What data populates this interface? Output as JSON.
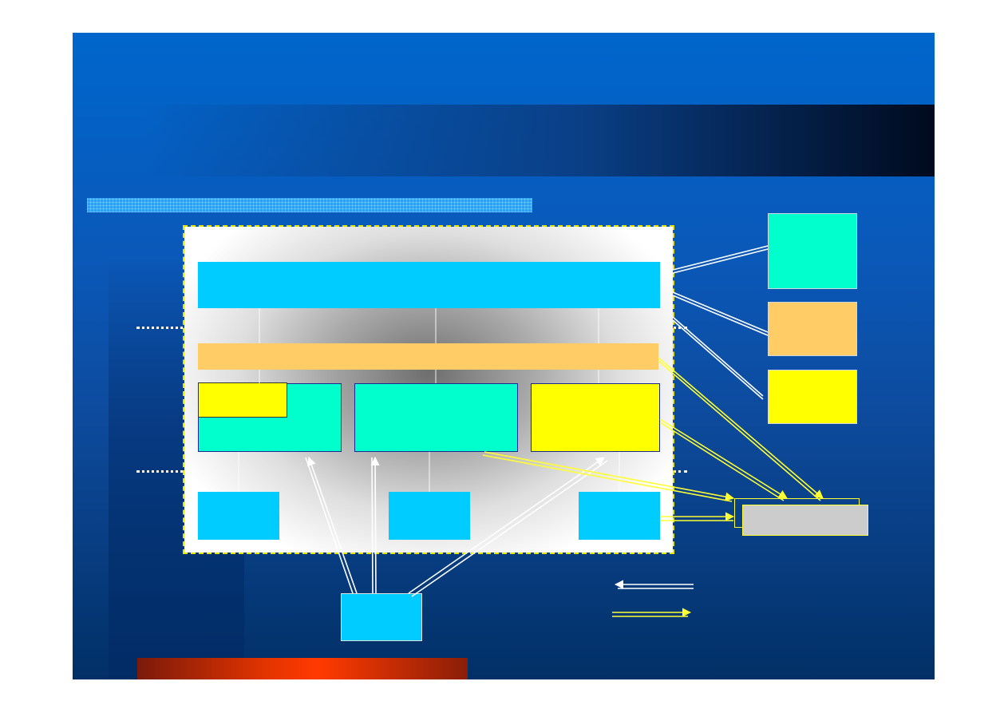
{
  "colors": {
    "bg_top": "#0066cc",
    "bg_bottom": "#023066",
    "cyan": "#00ccff",
    "aqua": "#00ffcc",
    "orange": "#ffcc66",
    "yellow": "#ffff00",
    "grey": "#cccccc",
    "white_link": "#ffffff",
    "yellow_link": "#ffff33"
  },
  "diagram": {
    "boxes": [
      {
        "name": "top-cyan-bar",
        "color": "cyan"
      },
      {
        "name": "orange-bar",
        "color": "orange"
      },
      {
        "name": "aqua-box-left",
        "color": "aqua"
      },
      {
        "name": "yellow-inset-box",
        "color": "yellow"
      },
      {
        "name": "aqua-box-middle",
        "color": "aqua"
      },
      {
        "name": "yellow-box-right",
        "color": "yellow"
      },
      {
        "name": "cyan-box-bottom-left",
        "color": "cyan"
      },
      {
        "name": "cyan-box-bottom-middle",
        "color": "cyan"
      },
      {
        "name": "cyan-box-bottom-right",
        "color": "cyan"
      },
      {
        "name": "cyan-box-source",
        "color": "cyan"
      },
      {
        "name": "legend-aqua-box",
        "color": "aqua"
      },
      {
        "name": "legend-orange-box",
        "color": "orange"
      },
      {
        "name": "legend-yellow-box",
        "color": "yellow"
      },
      {
        "name": "grey-target-box",
        "color": "grey"
      }
    ],
    "arrows": [
      "white-arrow",
      "yellow-arrow"
    ]
  }
}
